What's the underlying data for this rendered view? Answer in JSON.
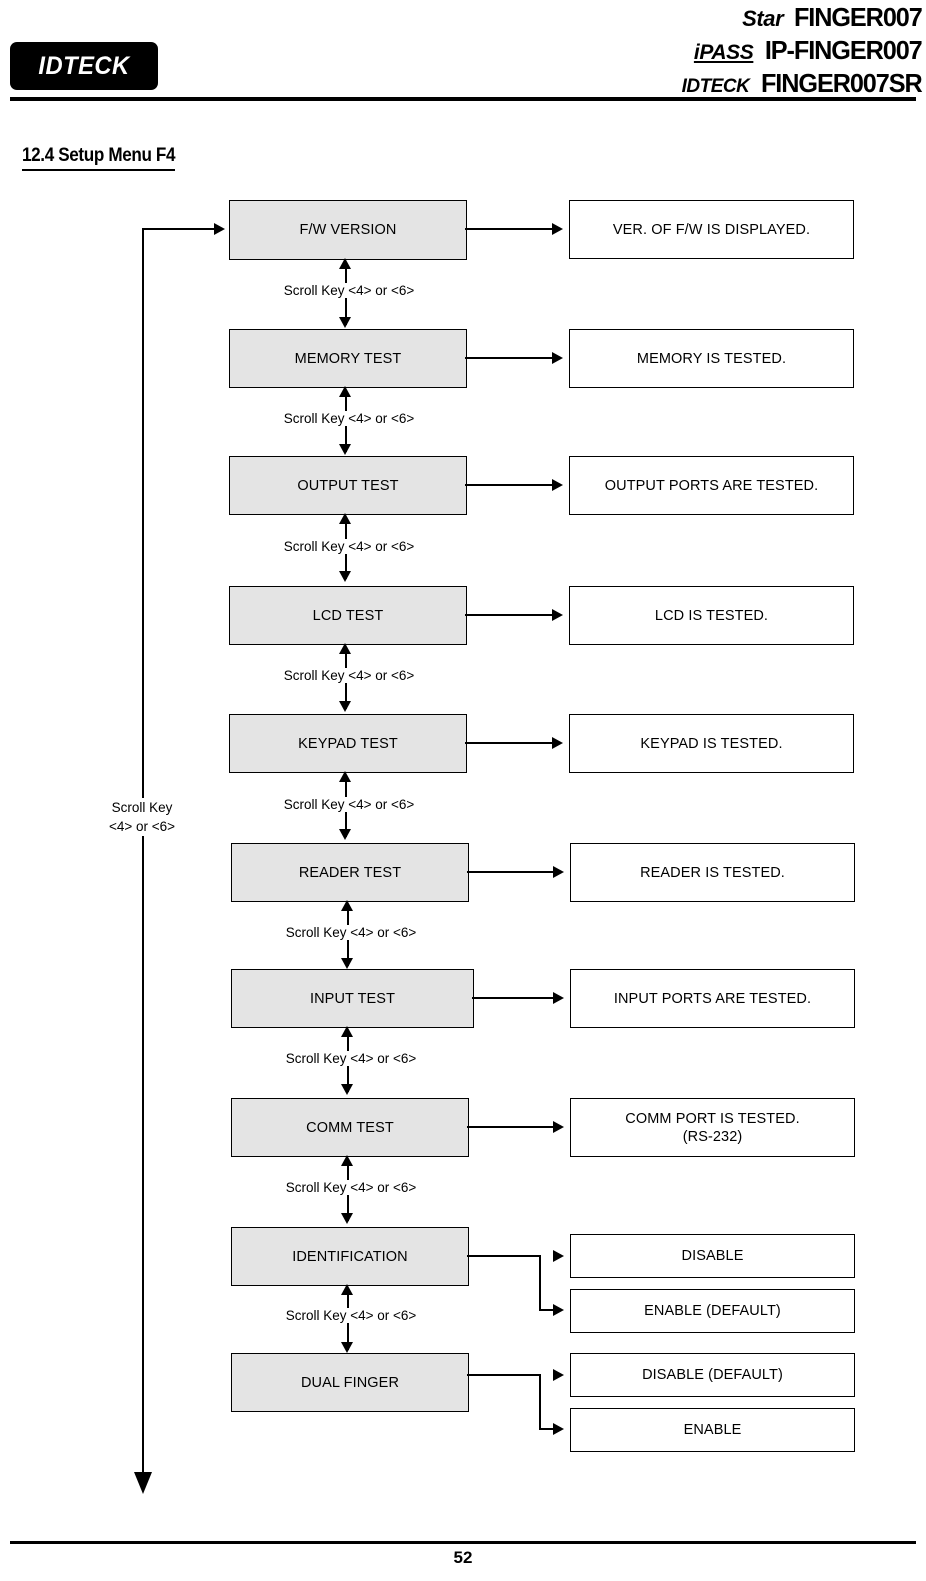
{
  "header": {
    "logo_text": "IDTECK",
    "brands": [
      {
        "mark": "Star",
        "model": "FINGER007"
      },
      {
        "mark": "iPASS",
        "model": "IP-FINGER007"
      },
      {
        "mark": "IDTECK",
        "model": "FINGER007SR"
      }
    ]
  },
  "section": {
    "title": "12.4 Setup Menu F4"
  },
  "flow": {
    "scroll_label": "Scroll Key <4> or <6>",
    "loopback_label_line1": "Scroll Key",
    "loopback_label_line2": "<4> or <6>",
    "rows": [
      {
        "menu": "F/W VERSION",
        "desc": "VER. OF F/W IS DISPLAYED."
      },
      {
        "menu": "MEMORY TEST",
        "desc": "MEMORY IS TESTED."
      },
      {
        "menu": "OUTPUT TEST",
        "desc": "OUTPUT PORTS ARE TESTED."
      },
      {
        "menu": "LCD TEST",
        "desc": "LCD IS TESTED."
      },
      {
        "menu": "KEYPAD TEST",
        "desc": "KEYPAD IS TESTED."
      },
      {
        "menu": "READER TEST",
        "desc": "READER IS TESTED."
      },
      {
        "menu": "INPUT TEST",
        "desc": "INPUT PORTS ARE TESTED."
      },
      {
        "menu": "COMM TEST",
        "desc_line1": "COMM PORT IS TESTED.",
        "desc_line2": "(RS-232)"
      },
      {
        "menu": "IDENTIFICATION",
        "option1": "DISABLE",
        "option2": "ENABLE (DEFAULT)"
      },
      {
        "menu": "DUAL FINGER",
        "option1": "DISABLE (DEFAULT)",
        "option2": "ENABLE"
      }
    ]
  },
  "footer": {
    "page_number": "52"
  },
  "colors": {
    "menu_box_fill": "#e4e4e4",
    "desc_box_fill": "#ffffff",
    "line": "#000000"
  }
}
